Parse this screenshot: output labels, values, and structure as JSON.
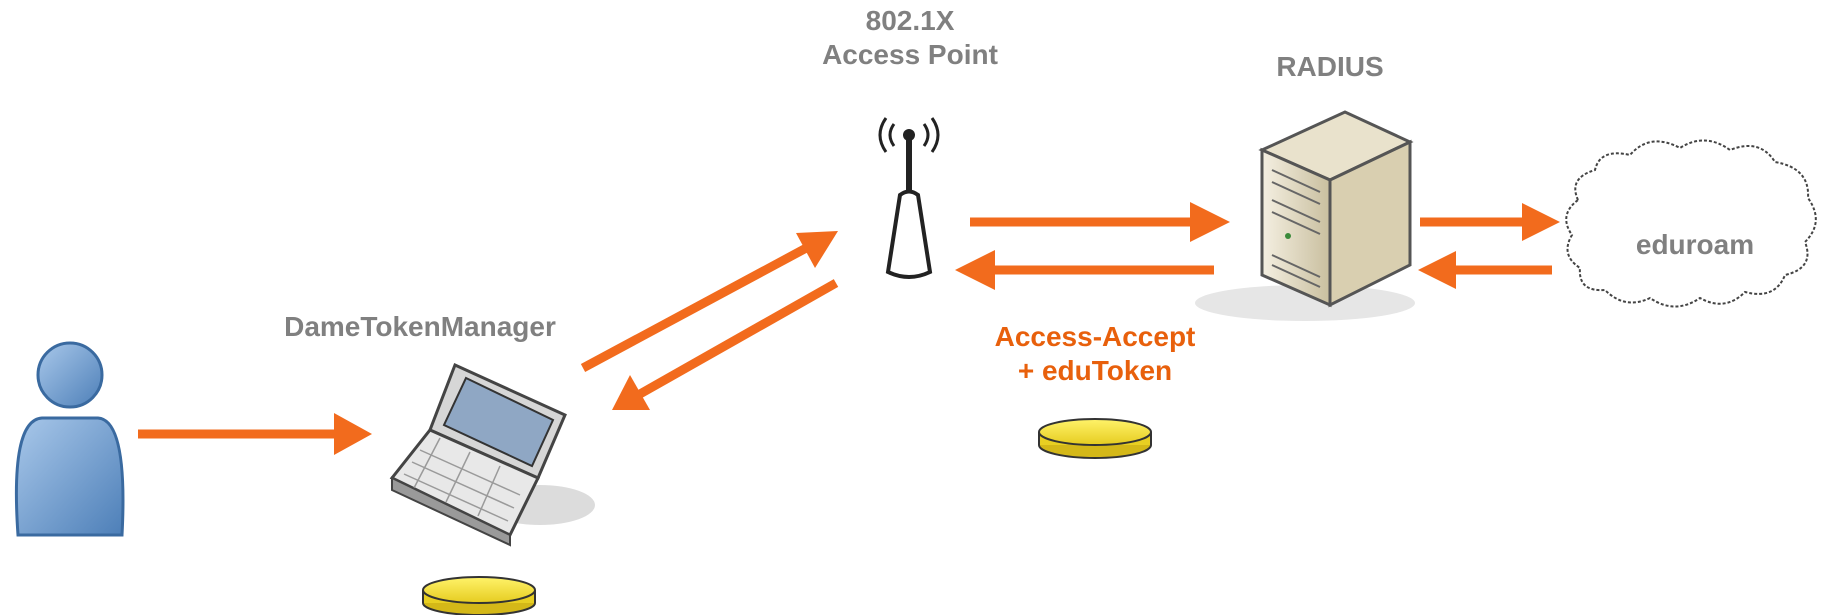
{
  "nodes": {
    "access_point": {
      "line1": "802.1X",
      "line2": "Access Point"
    },
    "radius": {
      "label": "RADIUS"
    },
    "client": {
      "label": "DameTokenManager"
    },
    "federation": {
      "label": "eduroam"
    }
  },
  "message": {
    "line1": "Access-Accept",
    "line2": "+ eduToken"
  },
  "colors": {
    "arrow": "#f26b1d",
    "label": "#808080",
    "message": "#e8600c",
    "token": "#f5e33a"
  }
}
